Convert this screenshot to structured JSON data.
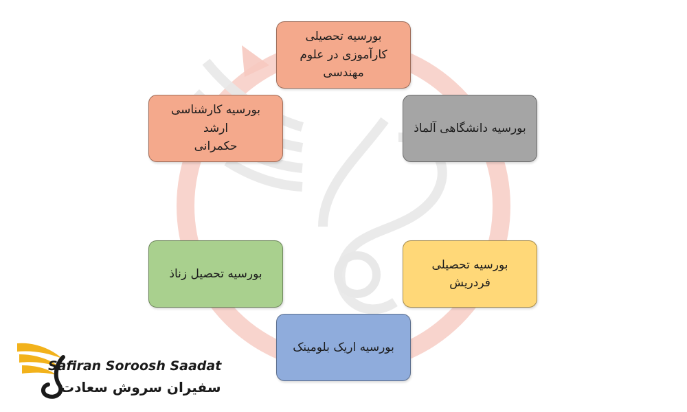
{
  "nodes": [
    {
      "id": "top",
      "label": "بورسیه تحصیلی\nکارآموزی در علوم\nمهندسی",
      "color": "#F4A98C"
    },
    {
      "id": "right-upper",
      "label": "بورسیه دانشگاهی آلماذ",
      "color": "#A5A5A5"
    },
    {
      "id": "right-lower",
      "label": "بورسیه تحصیلی\nفردریش",
      "color": "#FFD878"
    },
    {
      "id": "bottom",
      "label": "بورسیه اریک بلومینک",
      "color": "#8FACDC"
    },
    {
      "id": "left-lower",
      "label": "بورسیه تحصیل زناذ",
      "color": "#A9D08E"
    },
    {
      "id": "left-upper",
      "label": "بورسیه کارشناسی ارشد\nحکمرانی",
      "color": "#F4A98C"
    }
  ],
  "logo": {
    "name_en": "Safiran Soroosh Saadat",
    "name_fa": "سفیران سروش سعادت"
  },
  "colors": {
    "cycle_ring": "#F6C9C0",
    "watermark": "#E6E6E6",
    "logo_wing": "#F2B21B"
  }
}
